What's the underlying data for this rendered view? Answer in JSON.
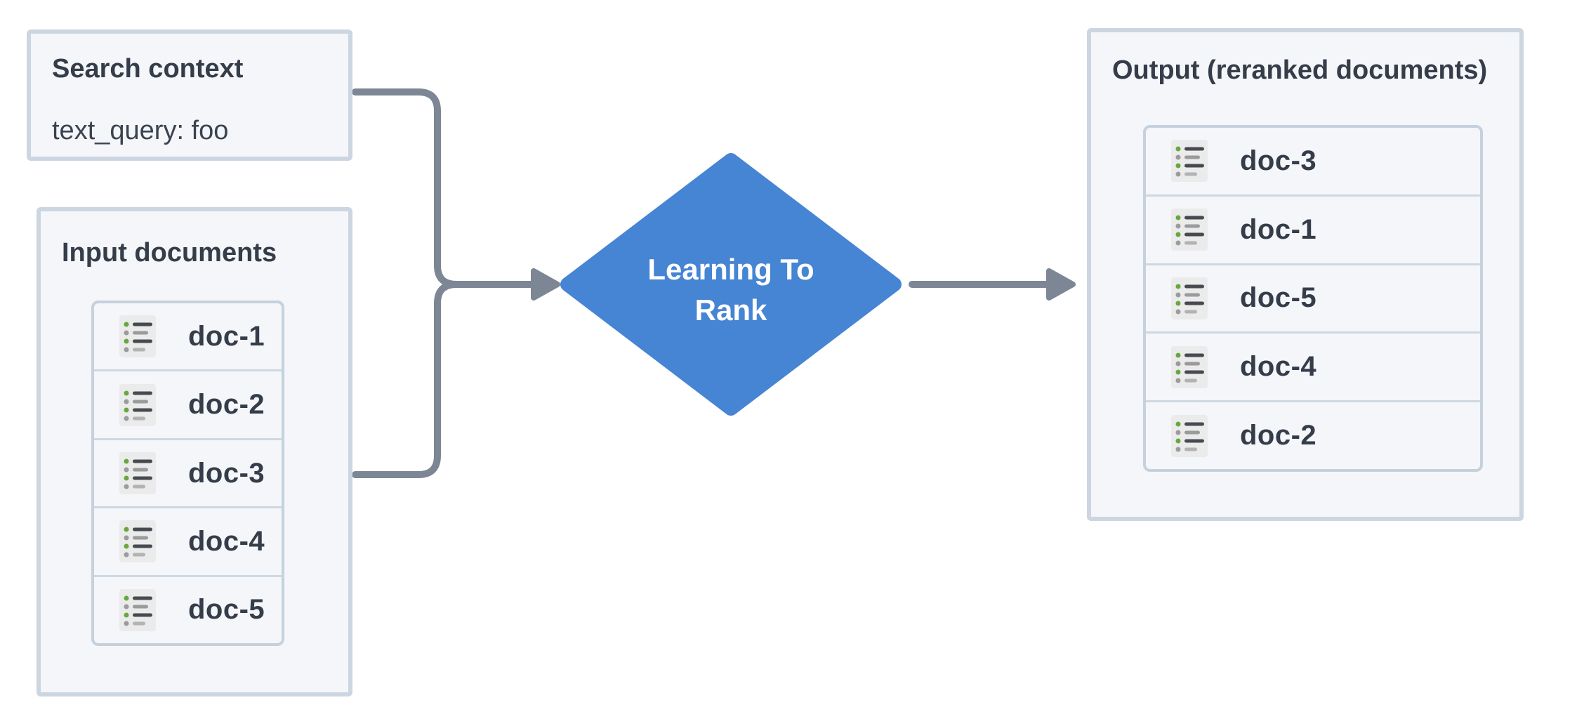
{
  "diagram": {
    "search_context": {
      "title": "Search context",
      "query": "text_query: foo"
    },
    "input_documents": {
      "title": "Input documents",
      "items": [
        "doc-1",
        "doc-2",
        "doc-3",
        "doc-4",
        "doc-5"
      ]
    },
    "process": {
      "label": "Learning To Rank"
    },
    "output": {
      "title": "Output (reranked documents)",
      "items": [
        "doc-3",
        "doc-1",
        "doc-5",
        "doc-4",
        "doc-2"
      ]
    },
    "doc_icon": "document-list-icon"
  },
  "colors": {
    "accent_blue": "#4684d4",
    "arrow_gray": "#7c8694",
    "panel_background": "#f4f6f9",
    "panel_border": "#ccd6e0",
    "text": "#343d49",
    "icon_green": "#67a83e",
    "icon_gray": "#9b9b9b"
  }
}
